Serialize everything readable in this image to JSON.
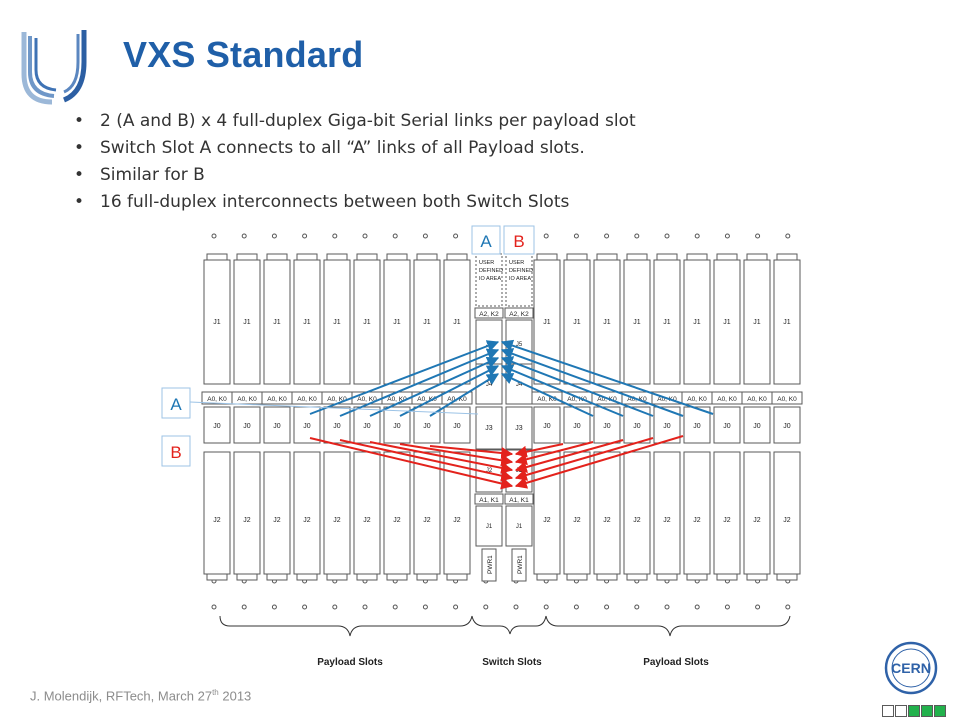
{
  "slide": {
    "title": "VXS Standard",
    "bullets": [
      "2 (A and B) x 4 full-duplex Giga-bit Serial links per payload slot",
      "Switch Slot A connects to all “A” links of all Payload slots.",
      "Similar for B",
      "16 full-duplex interconnects between both Switch Slots"
    ],
    "footer": {
      "author": "J. Molendijk, RFTech, March 27",
      "sup": "th",
      "year": " 2013"
    },
    "logo_text": "CERN",
    "progress": {
      "completed": 3,
      "total": 5
    }
  },
  "diagram": {
    "switch_labels": {
      "a": "A",
      "b": "B"
    },
    "side_labels": {
      "a": "A",
      "b": "B"
    },
    "connector_labels": {
      "j1": "J1",
      "j0": "J0",
      "j2": "J2",
      "a0k0": "A0, K0",
      "j5": "J5",
      "j4": "J4",
      "j3": "J3",
      "a2k2": "A2, K2",
      "a1k1": "A1, K1",
      "user_line1": "USER",
      "user_line2": "DEFINED",
      "user_line3": "IO  AREA",
      "pwr": "PWR1"
    },
    "groups": {
      "payload_left": "Payload Slots",
      "switch": "Switch Slots",
      "payload_right": "Payload Slots"
    },
    "colors": {
      "link_a": "#1f77b4",
      "link_b": "#e3221c",
      "box": "#5a5a5a",
      "label_a": "#1f77b4",
      "label_b": "#e3221c"
    }
  }
}
